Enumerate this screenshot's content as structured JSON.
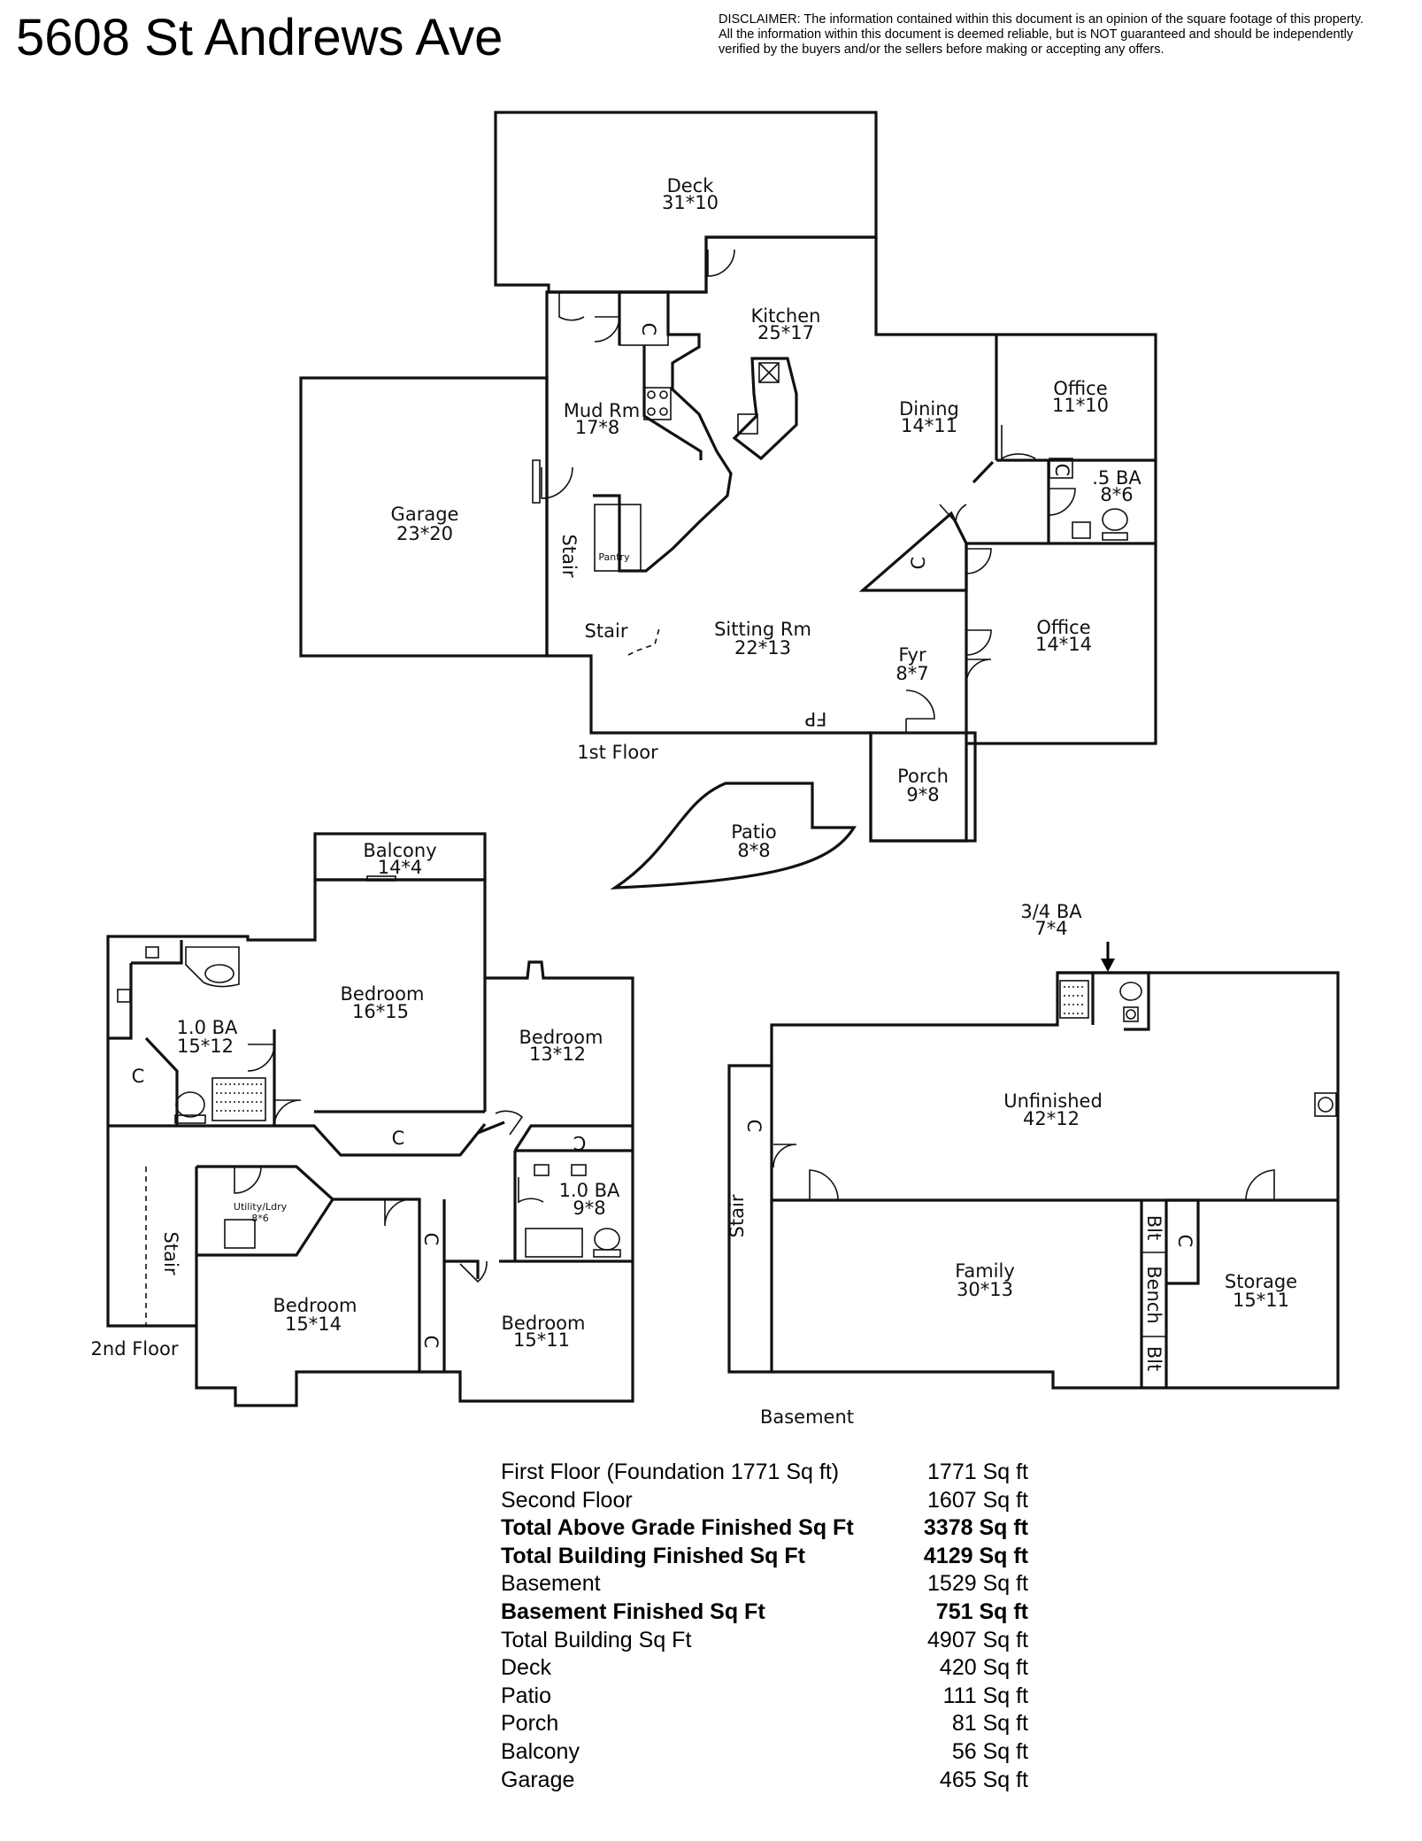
{
  "title": "5608 St Andrews Ave",
  "disclaimer": [
    "DISCLAIMER: The information contained within this document is an opinion of the square footage of this property.",
    "All the information within this document is deemed reliable, but is NOT guaranteed and should be independently",
    "verified by the buyers and/or the sellers before making or accepting any offers."
  ],
  "floors": {
    "first": "1st Floor",
    "second": "2nd Floor",
    "basement": "Basement"
  },
  "rooms": {
    "deck": {
      "name": "Deck",
      "dim": "31*10"
    },
    "kitchen": {
      "name": "Kitchen",
      "dim": "25*17"
    },
    "mud": {
      "name": "Mud Rm",
      "dim": "17*8"
    },
    "dining": {
      "name": "Dining",
      "dim": "14*11"
    },
    "office1": {
      "name": "Office",
      "dim": "11*10"
    },
    "halfba": {
      "name": ".5 BA",
      "dim": "8*6"
    },
    "garage": {
      "name": "Garage",
      "dim": "23*20"
    },
    "pantry": {
      "name": "Pantry"
    },
    "stair1a": {
      "name": "Stair"
    },
    "stair1b": {
      "name": "Stair"
    },
    "sitting": {
      "name": "Sitting Rm",
      "dim": "22*13"
    },
    "fyr": {
      "name": "Fyr",
      "dim": "8*7"
    },
    "office2": {
      "name": "Office",
      "dim": "14*14"
    },
    "fp": {
      "name": "FP"
    },
    "porch": {
      "name": "Porch",
      "dim": "9*8"
    },
    "patio": {
      "name": "Patio",
      "dim": "8*8"
    },
    "balcony": {
      "name": "Balcony",
      "dim": "14*4"
    },
    "bed1": {
      "name": "Bedroom",
      "dim": "16*15"
    },
    "ba1": {
      "name": "1.0 BA",
      "dim": "15*12"
    },
    "bed2": {
      "name": "Bedroom",
      "dim": "13*12"
    },
    "ba2": {
      "name": "1.0 BA",
      "dim": "9*8"
    },
    "utility": {
      "name": "Utility/Ldry",
      "dim": "8*6"
    },
    "stair2": {
      "name": "Stair"
    },
    "bed3": {
      "name": "Bedroom",
      "dim": "15*14"
    },
    "bed4": {
      "name": "Bedroom",
      "dim": "15*11"
    },
    "ba34": {
      "name": "3/4 BA",
      "dim": "7*4"
    },
    "unfinished": {
      "name": "Unfinished",
      "dim": "42*12"
    },
    "stair3": {
      "name": "Stair"
    },
    "family": {
      "name": "Family",
      "dim": "30*13"
    },
    "storage": {
      "name": "Storage",
      "dim": "15*11"
    },
    "blt1": {
      "name": "Blt"
    },
    "bench": {
      "name": "Bench"
    },
    "blt2": {
      "name": "Blt"
    }
  },
  "closet_label": "C",
  "summary": [
    {
      "label": "First Floor (Foundation 1771 Sq ft)",
      "value": "1771 Sq ft",
      "bold": false
    },
    {
      "label": "Second Floor",
      "value": "1607 Sq ft",
      "bold": false
    },
    {
      "label": "Total Above Grade Finished Sq Ft",
      "value": "3378 Sq ft",
      "bold": true
    },
    {
      "label": "Total Building Finished Sq Ft",
      "value": "4129 Sq ft",
      "bold": true
    },
    {
      "label": "Basement",
      "value": "1529 Sq ft",
      "bold": false
    },
    {
      "label": "Basement Finished Sq Ft",
      "value": "751 Sq ft",
      "bold": true
    },
    {
      "label": "Total Building Sq Ft",
      "value": "4907 Sq ft",
      "bold": false
    },
    {
      "label": "Deck",
      "value": "420 Sq ft",
      "bold": false
    },
    {
      "label": "Patio",
      "value": "111 Sq ft",
      "bold": false
    },
    {
      "label": "Porch",
      "value": "81 Sq ft",
      "bold": false
    },
    {
      "label": "Balcony",
      "value": "56 Sq ft",
      "bold": false
    },
    {
      "label": "Garage",
      "value": "465 Sq ft",
      "bold": false
    }
  ]
}
